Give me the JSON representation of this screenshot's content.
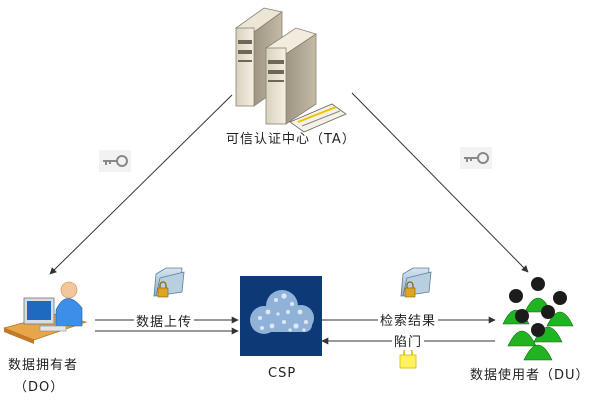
{
  "nodes": {
    "ta": {
      "label": "可信认证中心（TA）"
    },
    "do": {
      "label_line1": "数据拥有者",
      "label_line2": "（DO）"
    },
    "csp": {
      "label": "CSP"
    },
    "du": {
      "label": "数据使用者（DU）"
    }
  },
  "edges": {
    "upload": {
      "label": "数据上传"
    },
    "result": {
      "label": "检索结果"
    },
    "trapdoor": {
      "label": "陷门"
    }
  },
  "colors": {
    "csp_box": "#0d3a77",
    "user_green": "#21b321",
    "arrow": "#333333"
  }
}
